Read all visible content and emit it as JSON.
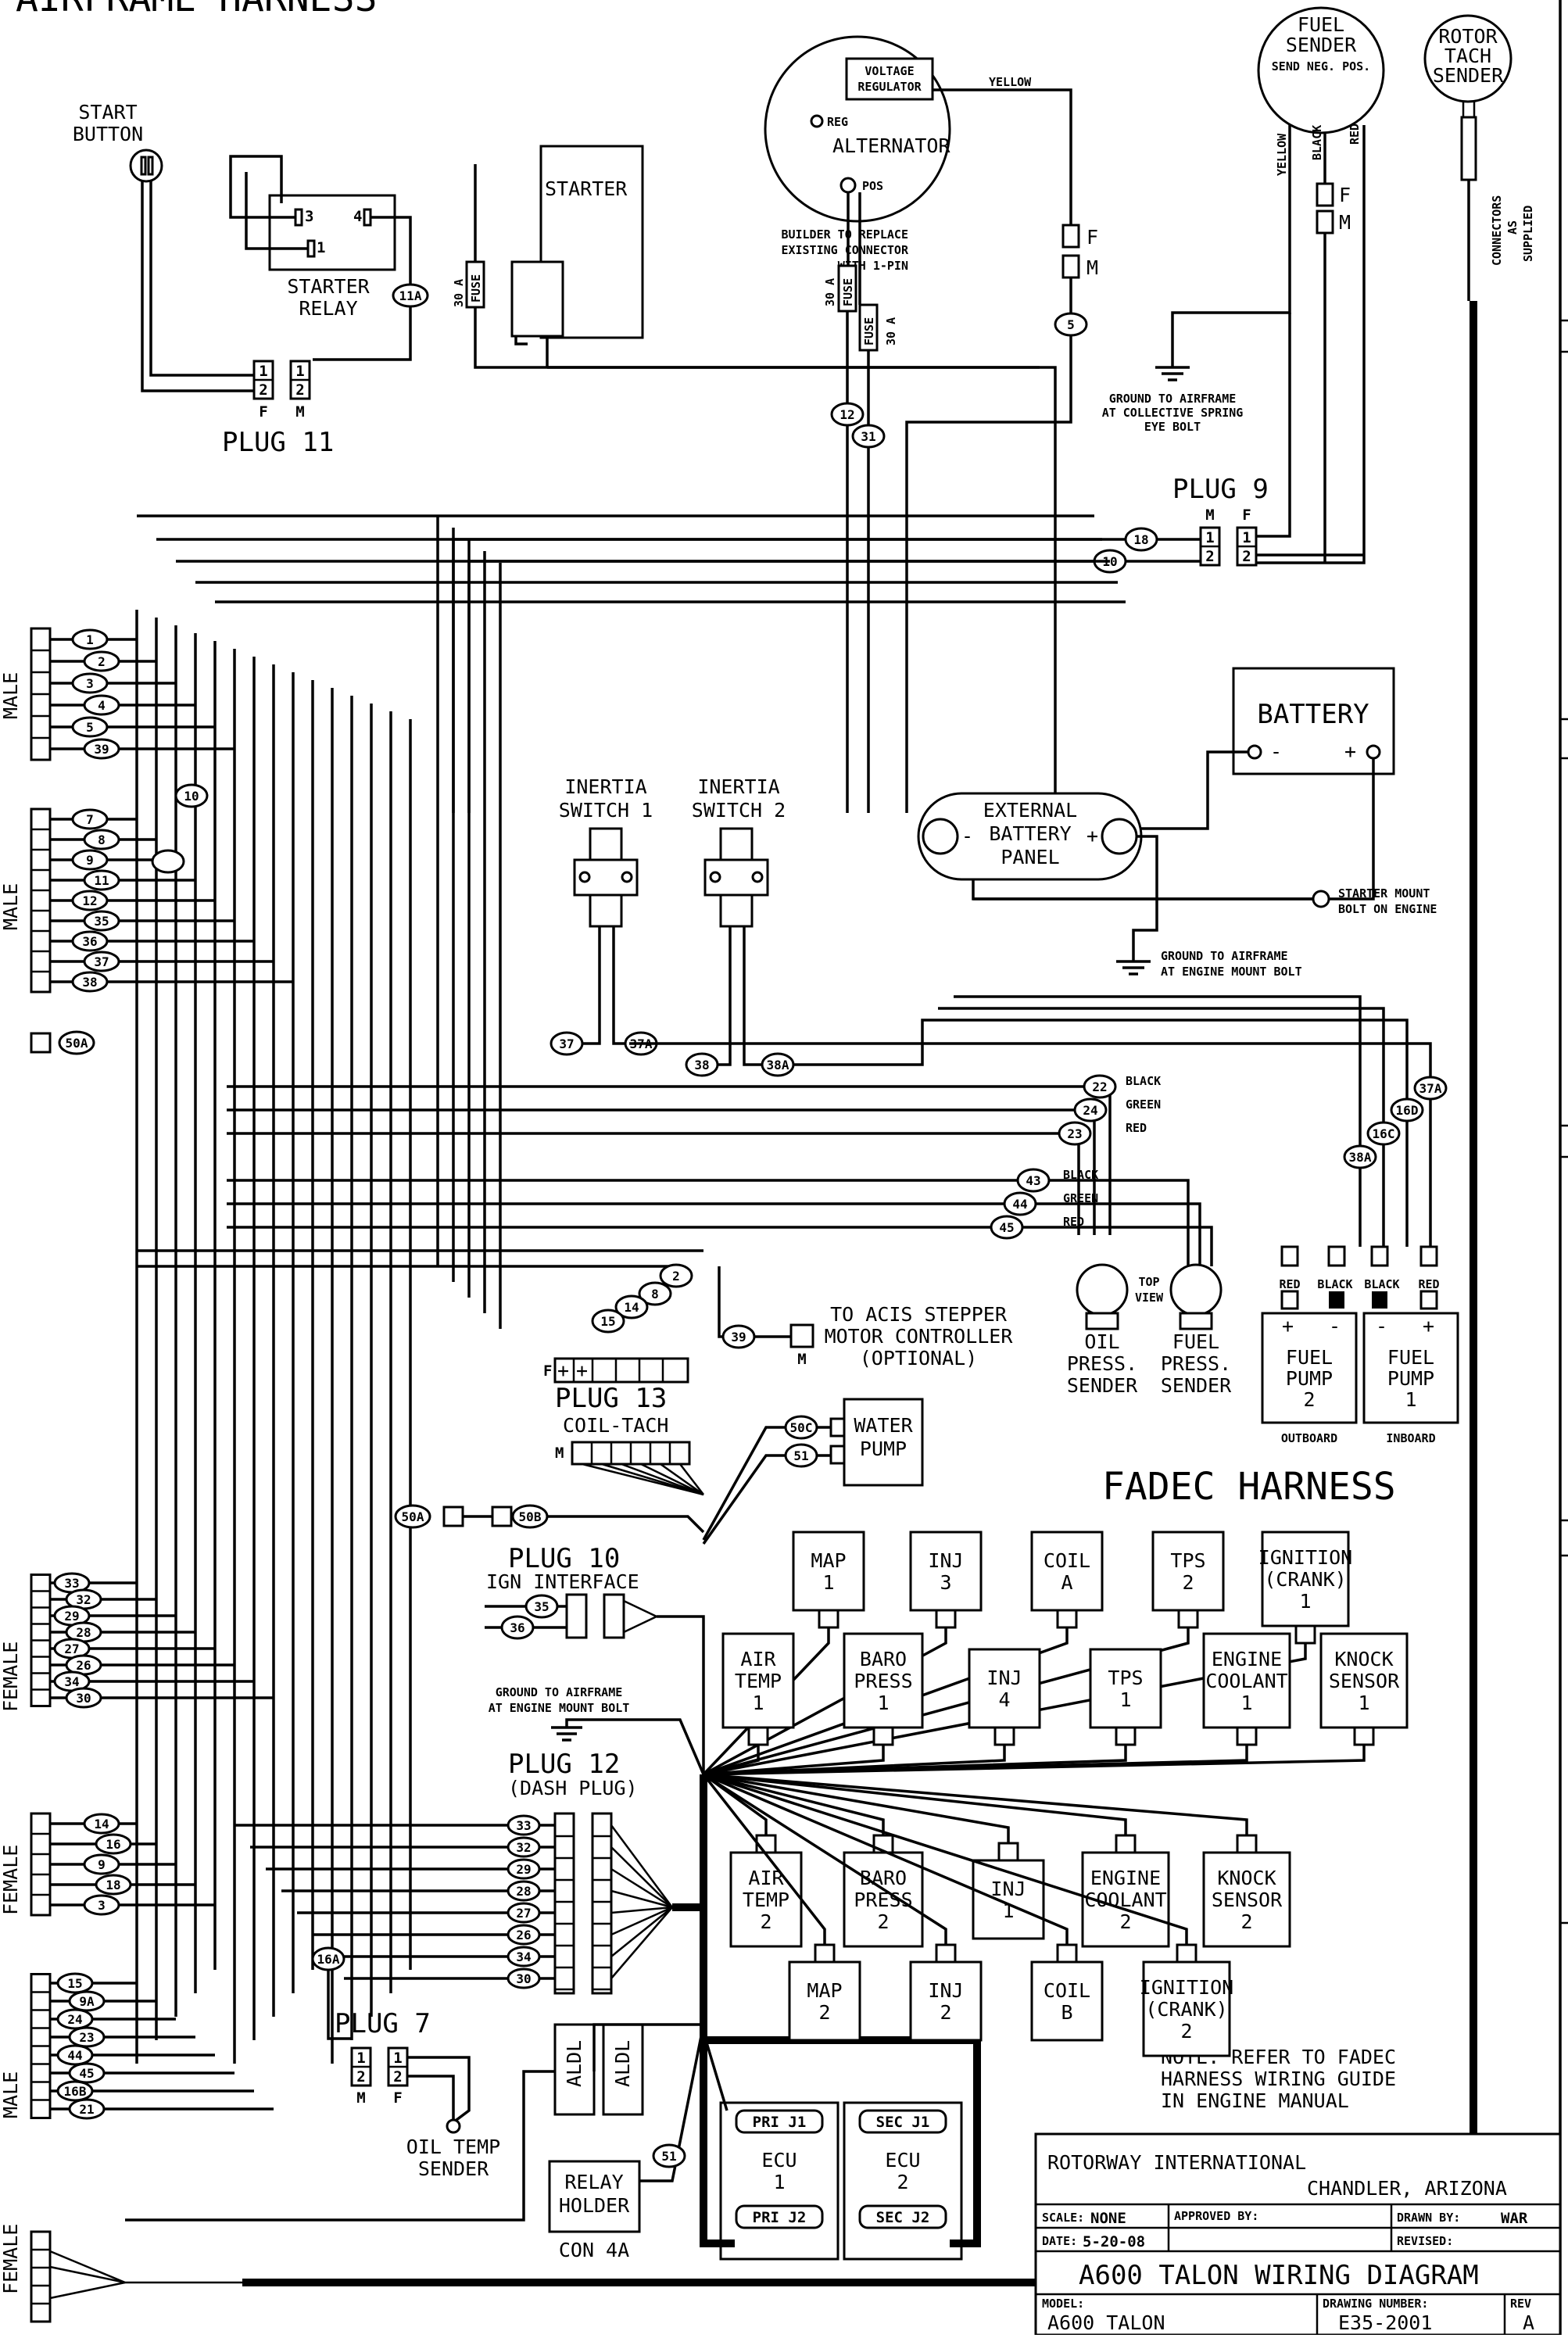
{
  "harness_title": "AIRFRAME HARNESS",
  "fadec_title": "FADEC HARNESS",
  "components": {
    "start_button": [
      "START",
      "BUTTON"
    ],
    "starter_relay": [
      "STARTER",
      "RELAY"
    ],
    "starter": "STARTER",
    "fuse": "FUSE",
    "fuse_rating": "30 A",
    "plug11": "PLUG 11",
    "plug9": "PLUG 9",
    "plug7": "PLUG 7",
    "plug10": "PLUG 10",
    "plug10_sub": "IGN INTERFACE",
    "plug12": "PLUG 12",
    "plug12_sub": "(DASH PLUG)",
    "plug13": "PLUG 13",
    "coil_tach": "COIL-TACH",
    "voltage_regulator": [
      "VOLTAGE",
      "REGULATOR"
    ],
    "reg": "REG",
    "pos": "POS",
    "alternator": "ALTERNATOR",
    "yellow": "YELLOW",
    "black": "BLACK",
    "red": "RED",
    "green": "GREEN",
    "builder_note": [
      "BUILDER TO REPLACE",
      "EXISTING CONNECTOR",
      "WITH 1-PIN"
    ],
    "fuel_sender": [
      "FUEL",
      "SENDER",
      "SEND NEG. POS."
    ],
    "rotor_tach": [
      "ROTOR",
      "TACH",
      "SENDER"
    ],
    "connectors_supplied": [
      "CONNECTORS",
      "AS",
      "SUPPLIED"
    ],
    "ground_collective": [
      "GROUND TO AIRFRAME",
      "AT COLLECTIVE SPRING",
      "EYE BOLT"
    ],
    "battery": "BATTERY",
    "external_battery_panel": [
      "EXTERNAL",
      "BATTERY",
      "PANEL"
    ],
    "inertia1": [
      "INERTIA",
      "SWITCH 1"
    ],
    "inertia2": [
      "INERTIA",
      "SWITCH 2"
    ],
    "starter_mount": [
      "STARTER MOUNT",
      "BOLT ON ENGINE"
    ],
    "ground_engine_mount": [
      "GROUND TO AIRFRAME",
      "AT ENGINE MOUNT BOLT"
    ],
    "ground_engine_mount2": [
      "GROUND TO AIRFRAME",
      "AT ENGINE MOUNT BOLT"
    ],
    "acis": [
      "TO ACIS STEPPER",
      "MOTOR CONTROLLER",
      "(OPTIONAL)"
    ],
    "top_view": [
      "TOP",
      "VIEW"
    ],
    "oil_press": [
      "OIL",
      "PRESS.",
      "SENDER"
    ],
    "fuel_press": [
      "FUEL",
      "PRESS.",
      "SENDER"
    ],
    "fuel_pump2": [
      "FUEL",
      "PUMP",
      "2"
    ],
    "fuel_pump1": [
      "FUEL",
      "PUMP",
      "1"
    ],
    "outboard": "OUTBOARD",
    "inboard": "INBOARD",
    "water_pump": [
      "WATER",
      "PUMP"
    ],
    "oil_temp": [
      "OIL TEMP",
      "SENDER"
    ],
    "aldl": "ALDL",
    "relay_holder": [
      "RELAY",
      "HOLDER"
    ],
    "con4a": "CON 4A",
    "ecu1": [
      "ECU",
      "1"
    ],
    "ecu2": [
      "ECU",
      "2"
    ],
    "pri_j1": "PRI J1",
    "pri_j2": "PRI J2",
    "sec_j1": "SEC J1",
    "sec_j2": "SEC J2",
    "male": "MALE",
    "female": "FEMALE",
    "f": "F",
    "m": "M",
    "plus": "+",
    "minus": "-",
    "pin1": "1",
    "pin2": "2",
    "pin3": "3",
    "pin4": "4",
    "fadec_note": [
      "NOTE: REFER TO FADEC",
      "HARNESS WIRING GUIDE",
      "IN ENGINE MANUAL"
    ]
  },
  "sensors_row1": [
    [
      "MAP",
      "1"
    ],
    [
      "INJ",
      "3"
    ],
    [
      "COIL",
      "A"
    ],
    [
      "TPS",
      "2"
    ],
    [
      "IGNITION",
      "(CRANK)",
      "1"
    ]
  ],
  "sensors_row2": [
    [
      "AIR",
      "TEMP",
      "1"
    ],
    [
      "BARO",
      "PRESS",
      "1"
    ],
    [
      "INJ",
      "4"
    ],
    [
      "TPS",
      "1"
    ],
    [
      "ENGINE",
      "COOLANT",
      "1"
    ],
    [
      "KNOCK",
      "SENSOR",
      "1"
    ]
  ],
  "sensors_row3": [
    [
      "AIR",
      "TEMP",
      "2"
    ],
    [
      "BARO",
      "PRESS",
      "2"
    ],
    [
      "INJ",
      "1"
    ],
    [
      "ENGINE",
      "COOLANT",
      "2"
    ],
    [
      "KNOCK",
      "SENSOR",
      "2"
    ]
  ],
  "sensors_row4": [
    [
      "MAP",
      "2"
    ],
    [
      "INJ",
      "2"
    ],
    [
      "COIL",
      "B"
    ],
    [
      "IGNITION",
      "(CRANK)",
      "2"
    ]
  ],
  "wires": {
    "male1": [
      "1",
      "2",
      "3",
      "4",
      "5",
      "39"
    ],
    "male2": [
      "7",
      "8",
      "9",
      "11",
      "12",
      "35",
      "36",
      "37",
      "38"
    ],
    "fem1": [
      "33",
      "32",
      "29",
      "28",
      "27",
      "26",
      "34",
      "30"
    ],
    "fem2": [
      "14",
      "16",
      "9",
      "18",
      "3"
    ],
    "male3": [
      "15",
      "9A",
      "24",
      "23",
      "44",
      "45",
      "16B",
      "21"
    ],
    "plug12": [
      "33",
      "32",
      "29",
      "28",
      "27",
      "26",
      "34",
      "30"
    ],
    "w10": "10",
    "w18": "18",
    "w11a": "11A",
    "w12": "12",
    "w31": "31",
    "w5": "5",
    "w50a": "50A",
    "w50b": "50B",
    "w50c": "50C",
    "w51": "51",
    "w37": "37",
    "w37a": "37A",
    "w38": "38",
    "w38a": "38A",
    "w22": "22",
    "w23": "23",
    "w24": "24",
    "w43": "43",
    "w44": "44",
    "w45": "45",
    "w16c": "16C",
    "w16d": "16D",
    "w16a": "16A",
    "w2": "2",
    "w8": "8",
    "w14": "14",
    "w15": "15",
    "w39": "39",
    "w35": "35",
    "w36": "36"
  },
  "title_block": {
    "company": "ROTORWAY INTERNATIONAL",
    "city": "CHANDLER, ARIZONA",
    "scale_label": "SCALE:",
    "scale": "NONE",
    "approved_label": "APPROVED BY:",
    "drawn_label": "DRAWN BY:",
    "drawn": "WAR",
    "date_label": "DATE:",
    "date": "5-20-08",
    "revised_label": "REVISED:",
    "title": "A600 TALON WIRING DIAGRAM",
    "model_label": "MODEL:",
    "model": "A600 TALON",
    "drawing_label": "DRAWING NUMBER:",
    "drawing": "E35-2001",
    "rev_label": "REV",
    "rev": "A"
  }
}
